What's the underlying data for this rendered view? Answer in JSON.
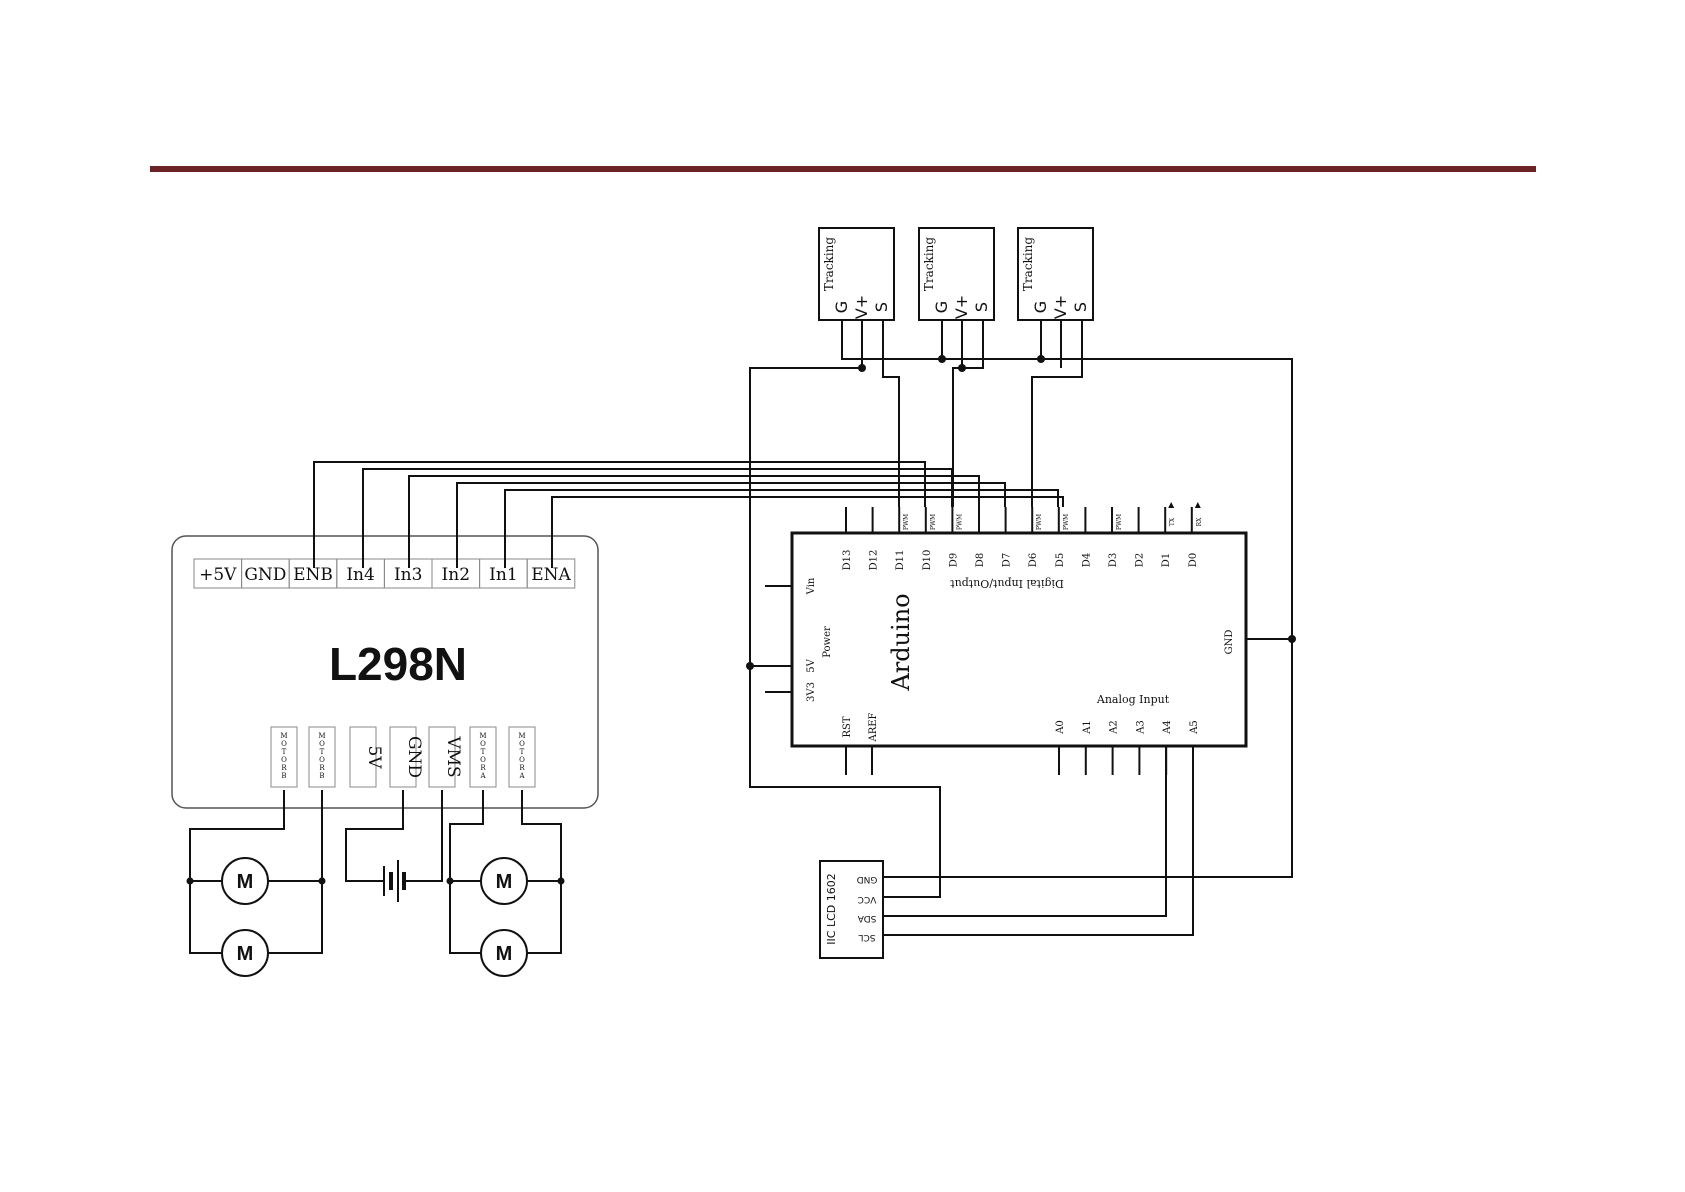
{
  "colors": {
    "rule": "#6b2326",
    "wire": "#111111",
    "board_border": "#555555"
  },
  "l298n": {
    "name": "L298N",
    "header_pins": [
      "+5V",
      "GND",
      "ENB",
      "In4",
      "In3",
      "In2",
      "In1",
      "ENA"
    ],
    "bottom_pins": [
      {
        "label": "MOTORB",
        "vertical": true
      },
      {
        "label": "MOTORB",
        "vertical": true
      },
      {
        "label": "5V",
        "vertical": false
      },
      {
        "label": "GND",
        "vertical": false
      },
      {
        "label": "VMS",
        "vertical": false
      },
      {
        "label": "MOTORA",
        "vertical": true
      },
      {
        "label": "MOTORA",
        "vertical": true
      }
    ],
    "motor_label": "M"
  },
  "tracking": {
    "label": "Tracking",
    "pins": [
      "G",
      "V+",
      "S"
    ]
  },
  "arduino": {
    "name": "Arduino",
    "digital_label": "Digital Input/Output",
    "analog_label": "Analog Input",
    "power_label": "Power",
    "digital_pins": [
      "D13",
      "D12",
      "D11",
      "D10",
      "D9",
      "D8",
      "D7",
      "D6",
      "D5",
      "D4",
      "D3",
      "D2",
      "D1",
      "D0"
    ],
    "pwm_flags": [
      false,
      false,
      true,
      true,
      true,
      false,
      false,
      true,
      true,
      false,
      true,
      false,
      false,
      false
    ],
    "pwm_text": "PWM",
    "tx_text": "TX",
    "rx_text": "RX",
    "power_pins": [
      "Vin",
      "5V",
      "3V3"
    ],
    "bottom_left_pins": [
      "RST",
      "AREF"
    ],
    "analog_pins": [
      "A0",
      "A1",
      "A2",
      "A3",
      "A4",
      "A5"
    ],
    "gnd_label": "GND"
  },
  "lcd": {
    "name": "IIC LCD 1602",
    "pins": [
      "GND",
      "VCC",
      "SDA",
      "SCL"
    ]
  }
}
